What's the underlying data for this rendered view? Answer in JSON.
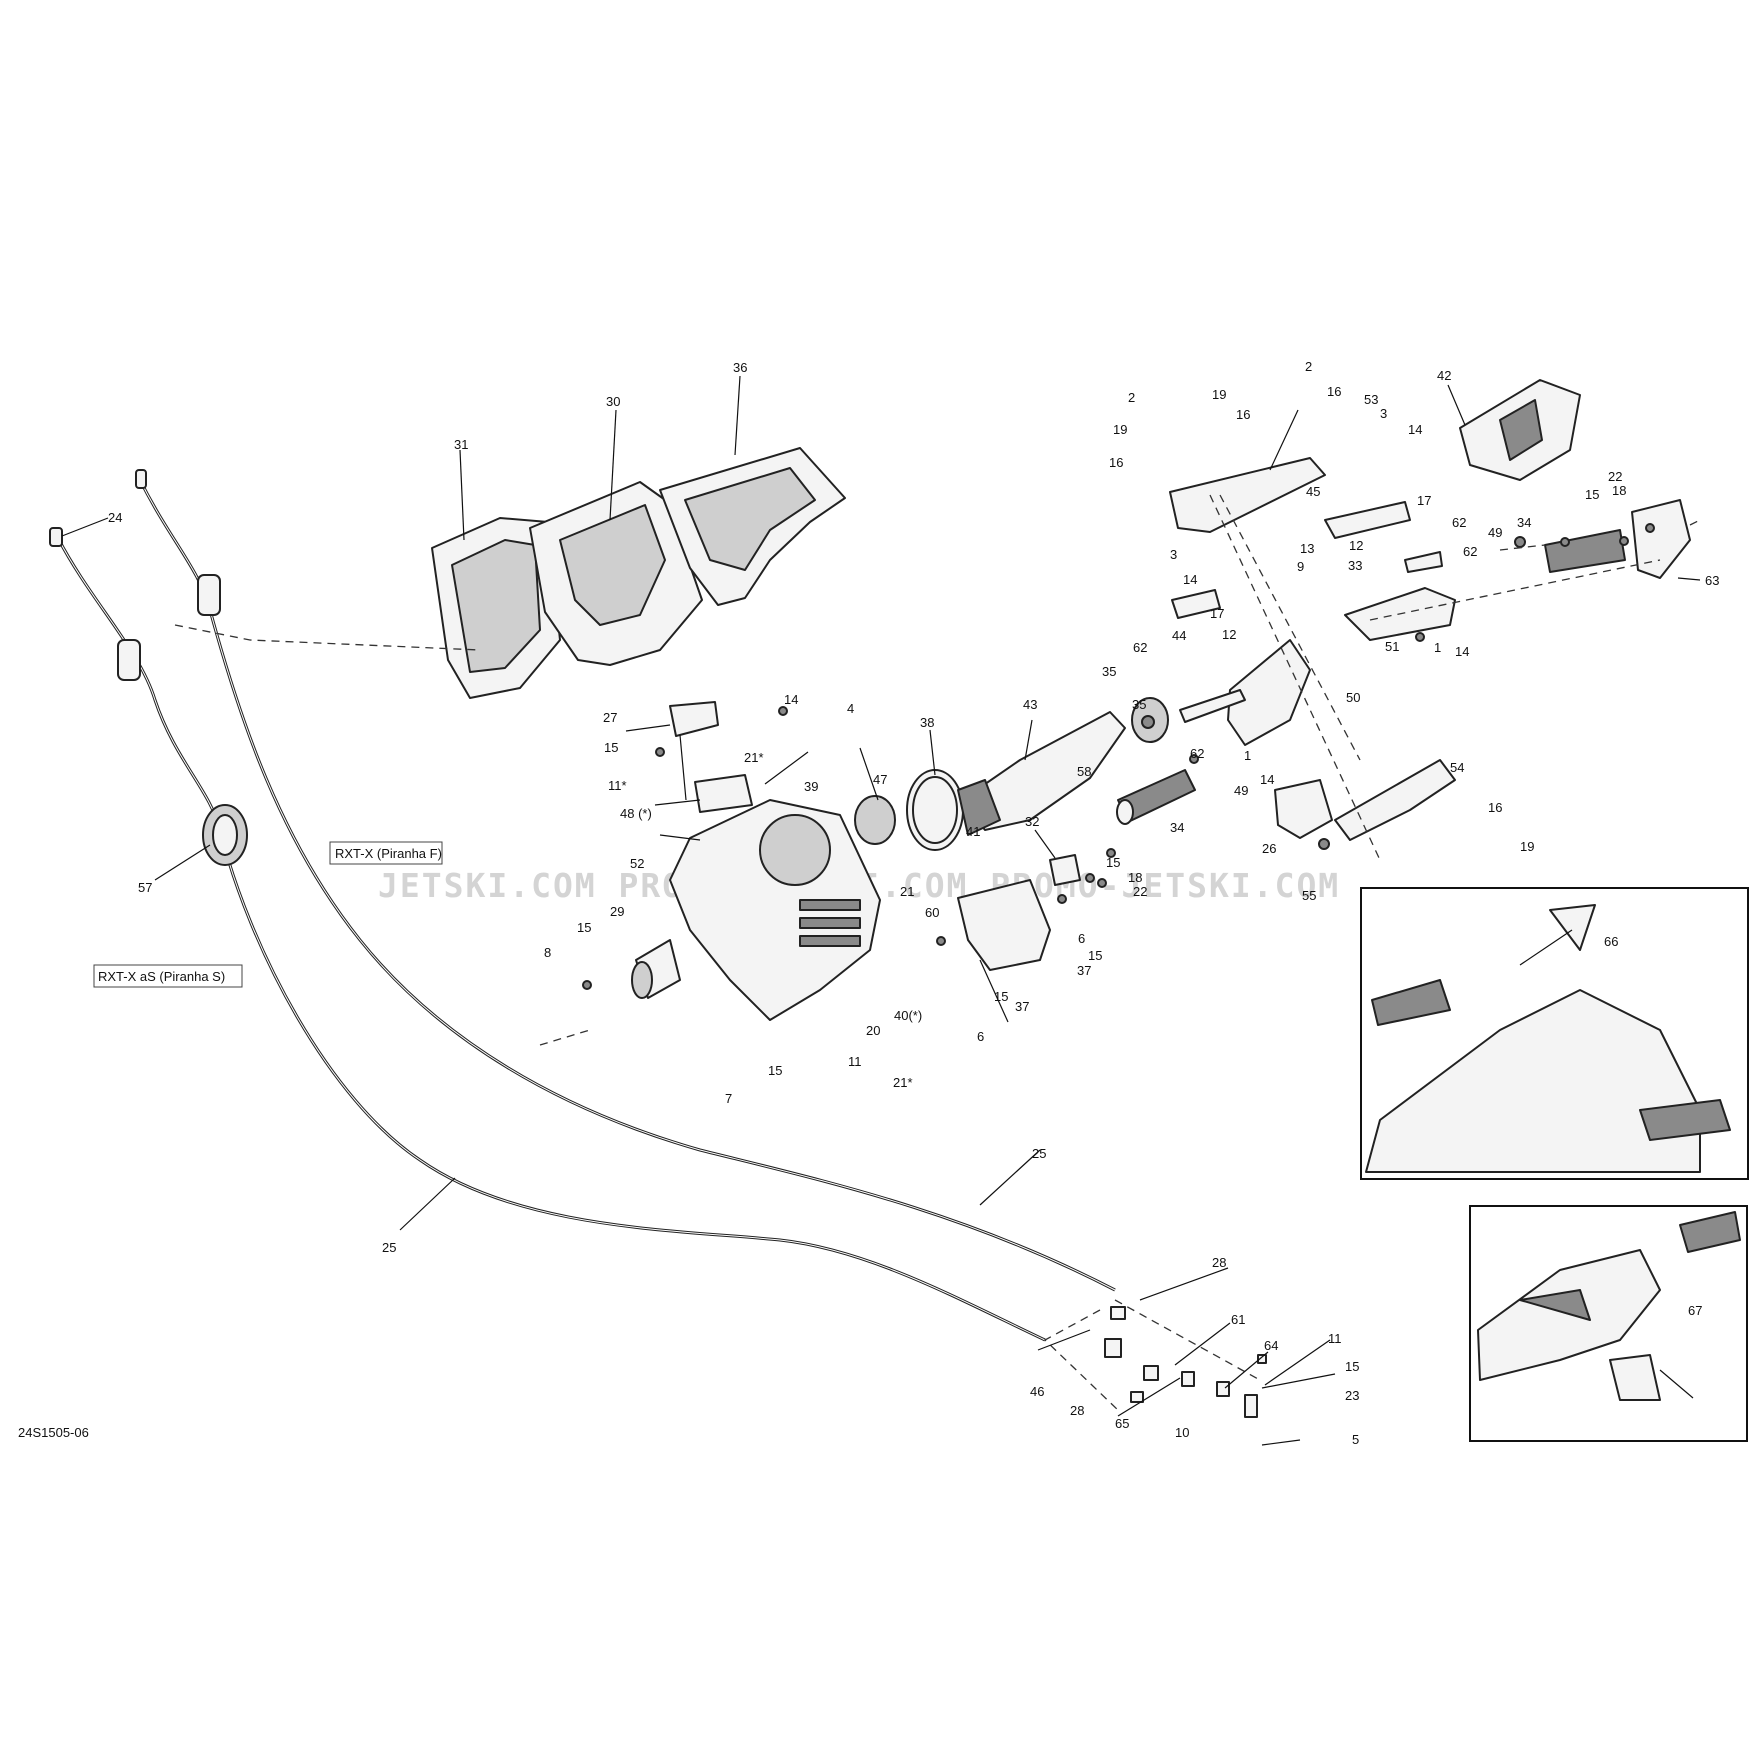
{
  "diagram_code": "24S1505-06",
  "model_labels": {
    "rxt_x": "RXT-X (Piranha F)",
    "rxt_x_as": "RXT-X aS (Piranha S)"
  },
  "watermark": "JETSKI.COM PROMO-JETSKI.COM PROMO-JETSKI.COM",
  "callouts": {
    "c1a": "1",
    "c1b": "1",
    "c2a": "2",
    "c2b": "2",
    "c3a": "3",
    "c3b": "3",
    "c4": "4",
    "c5": "5",
    "c6a": "6",
    "c6b": "6",
    "c7": "7",
    "c8": "8",
    "c9": "9",
    "c10": "10",
    "c11a": "11*",
    "c11b": "11",
    "c11c": "11",
    "c12a": "12",
    "c12b": "12",
    "c13": "13",
    "c14a": "14",
    "c14b": "14",
    "c14c": "14",
    "c14d": "14",
    "c14e": "14",
    "c15a": "15",
    "c15b": "15",
    "c15c": "15",
    "c15d": "15",
    "c15e": "15",
    "c15f": "15",
    "c15g": "15",
    "c15h": "15",
    "c16a": "16",
    "c16b": "16",
    "c16c": "16",
    "c16d": "16",
    "c17a": "17",
    "c17b": "17",
    "c18a": "18",
    "c18b": "18",
    "c19a": "19",
    "c19b": "19",
    "c19c": "19",
    "c20": "20",
    "c21a": "21*",
    "c21b": "21",
    "c21c": "21*",
    "c22a": "22",
    "c22b": "22",
    "c23": "23",
    "c24": "24",
    "c25a": "25",
    "c25b": "25",
    "c26": "26",
    "c27": "27",
    "c28a": "28",
    "c28b": "28",
    "c29": "29",
    "c30": "30",
    "c31": "31",
    "c32": "32",
    "c33": "33",
    "c34a": "34",
    "c34b": "34",
    "c35": "35",
    "c36": "36",
    "c37a": "37",
    "c37b": "37",
    "c38": "38",
    "c39": "39",
    "c40": "40(*)",
    "c41": "41",
    "c42": "42",
    "c43": "43",
    "c44": "44",
    "c45": "45",
    "c46": "46",
    "c47": "47",
    "c48": "48 (*)",
    "c49a": "49",
    "c49b": "49",
    "c50": "50",
    "c51": "51",
    "c52": "52",
    "c53": "53",
    "c54": "54",
    "c55": "55",
    "c57": "57",
    "c58": "58",
    "c60": "60",
    "c61": "61",
    "c62a": "62",
    "c62b": "62",
    "c62c": "62",
    "c62d": "62",
    "c63": "63",
    "c64": "64",
    "c65": "65",
    "c66": "66",
    "c67": "67"
  }
}
